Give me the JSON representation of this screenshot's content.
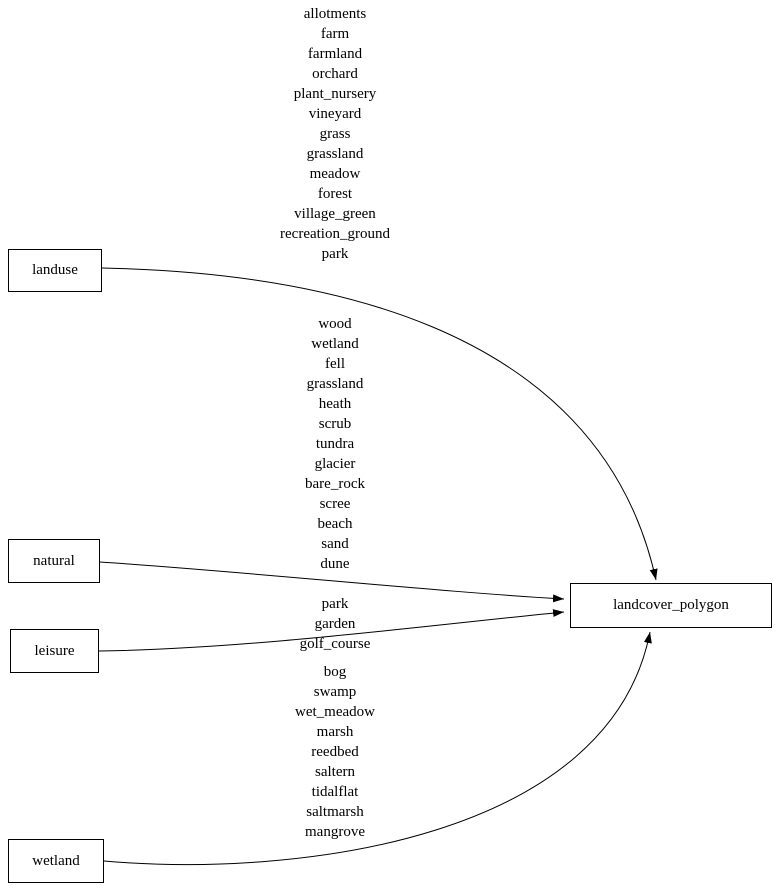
{
  "diagram": {
    "background": "#ffffff",
    "stroke_color": "#000000",
    "nodes": [
      {
        "id": "landuse",
        "label": "landuse"
      },
      {
        "id": "natural",
        "label": "natural"
      },
      {
        "id": "leisure",
        "label": "leisure"
      },
      {
        "id": "wetland",
        "label": "wetland"
      },
      {
        "id": "landcover_polygon",
        "label": "landcover_polygon"
      }
    ],
    "edges": [
      {
        "from": "landuse",
        "to": "landcover_polygon",
        "values": [
          "allotments",
          "farm",
          "farmland",
          "orchard",
          "plant_nursery",
          "vineyard",
          "grass",
          "grassland",
          "meadow",
          "forest",
          "village_green",
          "recreation_ground",
          "park"
        ]
      },
      {
        "from": "natural",
        "to": "landcover_polygon",
        "values": [
          "wood",
          "wetland",
          "fell",
          "grassland",
          "heath",
          "scrub",
          "tundra",
          "glacier",
          "bare_rock",
          "scree",
          "beach",
          "sand",
          "dune"
        ]
      },
      {
        "from": "leisure",
        "to": "landcover_polygon",
        "values": [
          "park",
          "garden",
          "golf_course"
        ]
      },
      {
        "from": "wetland",
        "to": "landcover_polygon",
        "values": [
          "bog",
          "swamp",
          "wet_meadow",
          "marsh",
          "reedbed",
          "saltern",
          "tidalflat",
          "saltmarsh",
          "mangrove"
        ]
      }
    ]
  }
}
